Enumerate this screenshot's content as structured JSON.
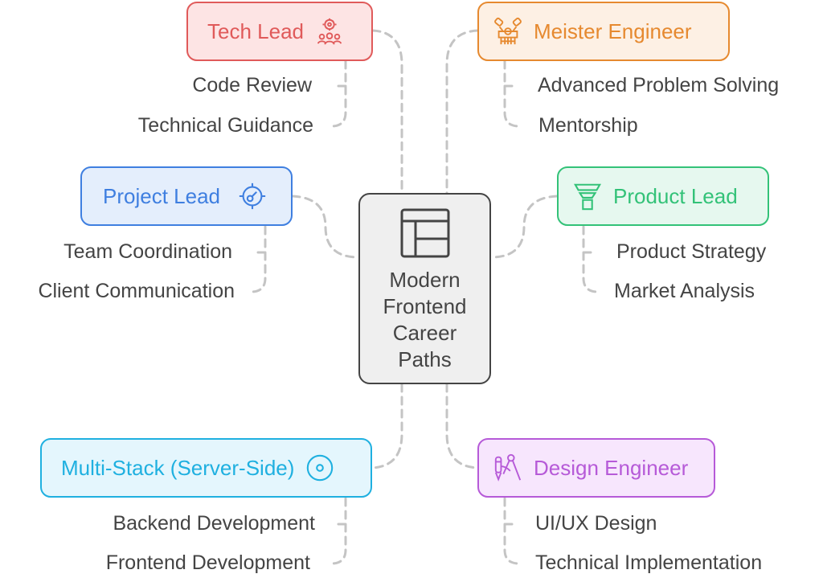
{
  "center": {
    "title": "Modern Frontend Career Paths",
    "icon": "layout-icon",
    "color": "#444444"
  },
  "branches": [
    {
      "id": "tech-lead",
      "label": "Tech Lead",
      "icon": "team-gear-icon",
      "stroke": "#e05a5a",
      "fill": "#fde4e4",
      "text_color": "#e05a5a",
      "children": [
        "Code Review",
        "Technical Guidance"
      ]
    },
    {
      "id": "meister-engineer",
      "label": "Meister Engineer",
      "icon": "engine-icon",
      "stroke": "#e6892f",
      "fill": "#fdf0e4",
      "text_color": "#e6892f",
      "children": [
        "Advanced Problem Solving",
        "Mentorship"
      ]
    },
    {
      "id": "project-lead",
      "label": "Project Lead",
      "icon": "target-dial-icon",
      "stroke": "#3f7fe0",
      "fill": "#e4eefc",
      "text_color": "#3f7fe0",
      "children": [
        "Team Coordination",
        "Client Communication"
      ]
    },
    {
      "id": "product-lead",
      "label": "Product Lead",
      "icon": "funnel-icon",
      "stroke": "#33c278",
      "fill": "#e6f8ef",
      "text_color": "#33c278",
      "children": [
        "Product Strategy",
        "Market Analysis"
      ]
    },
    {
      "id": "multi-stack",
      "label": "Multi-Stack (Server-Side)",
      "icon": "disc-icon",
      "stroke": "#1fb0e0",
      "fill": "#e4f6fd",
      "text_color": "#1fb0e0",
      "children": [
        "Backend Development",
        "Frontend Development"
      ]
    },
    {
      "id": "design-engineer",
      "label": "Design Engineer",
      "icon": "pen-compass-icon",
      "stroke": "#b65ad8",
      "fill": "#f7e6fd",
      "text_color": "#b65ad8",
      "children": [
        "UI/UX Design",
        "Technical Implementation"
      ]
    }
  ]
}
